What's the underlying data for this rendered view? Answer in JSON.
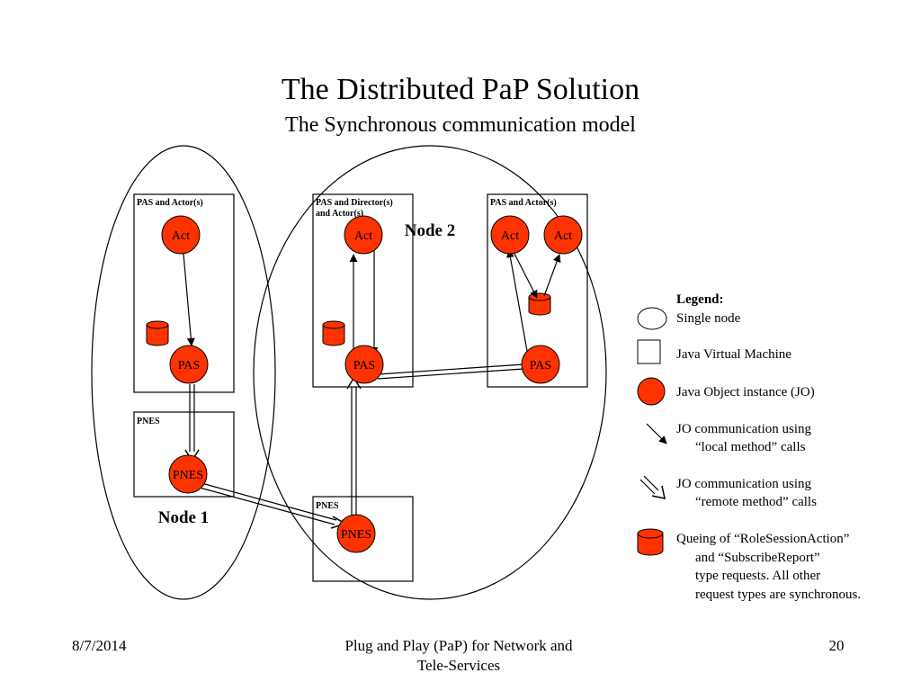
{
  "slide": {
    "title": "The Distributed PaP Solution",
    "subtitle": "The Synchronous communication model"
  },
  "diagram": {
    "boxes": {
      "node1_jvm": "PAS and Actor(s)",
      "node1_pnes": "PNES",
      "node2_jvm_a_line1": "PAS and Director(s)",
      "node2_jvm_a_line2": "and Actor(s)",
      "node2_jvm_b": "PAS and Actor(s)",
      "node2_pnes": "PNES"
    },
    "objects": {
      "act": "Act",
      "pas": "PAS",
      "pnes": "PNES"
    },
    "nodes": {
      "node1": "Node 1",
      "node2": "Node 2"
    }
  },
  "legend": {
    "title": "Legend:",
    "single_node": "Single node",
    "jvm": "Java Virtual Machine",
    "jo": "Java Object instance (JO)",
    "local_line1": "JO communication using",
    "local_line2": "“local method” calls",
    "remote_line1": "JO communication using",
    "remote_line2": "“remote method” calls",
    "queue_line1": "Queing of “RoleSessionAction”",
    "queue_line2": "and “SubscribeReport”",
    "queue_line3": "type requests. All other",
    "queue_line4": "request types are synchronous."
  },
  "colors": {
    "object_fill": "#ff3300",
    "stroke": "#000000"
  },
  "footer": {
    "date": "8/7/2014",
    "center_line1": "Plug and Play (PaP) for Network and",
    "center_line2": "Tele-Services",
    "page": "20"
  }
}
